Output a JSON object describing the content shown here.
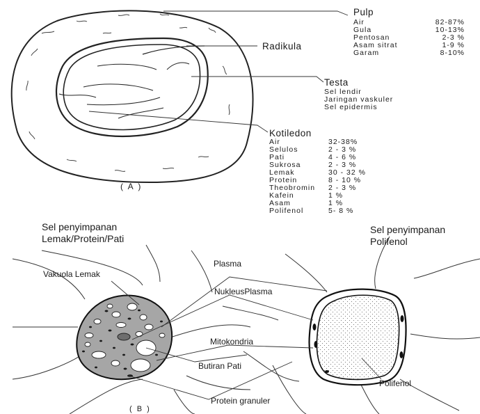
{
  "panel_a": {
    "caption": "( A )",
    "pulp": {
      "title": "Pulp",
      "rows": [
        {
          "name": "Air",
          "value": "82-87%"
        },
        {
          "name": "Gula",
          "value": "10-13%"
        },
        {
          "name": "Pentosan",
          "value": "2-3 %"
        },
        {
          "name": "Asam sitrat",
          "value": "1-9 %"
        },
        {
          "name": "Garam",
          "value": "8-10%"
        }
      ]
    },
    "radikula": "Radikula",
    "testa": {
      "title": "Testa",
      "items": [
        "Sel lendir",
        "Jaringan vaskuler",
        "Sel epidermis"
      ]
    },
    "kotiledon": {
      "title": "Kotiledon",
      "rows": [
        {
          "name": "Air",
          "value": "32-38%"
        },
        {
          "name": "Selulos",
          "value": "2 - 3 %"
        },
        {
          "name": "Pati",
          "value": "4 - 6 %"
        },
        {
          "name": "Sukrosa",
          "value": "2 - 3 %"
        },
        {
          "name": "Lemak",
          "value": "30 - 32 %"
        },
        {
          "name": "Protein",
          "value": "8 - 10 %"
        },
        {
          "name": "Theobromin",
          "value": "2 - 3 %"
        },
        {
          "name": "Kafein",
          "value": "1 %"
        },
        {
          "name": "Asam",
          "value": "1 %"
        },
        {
          "name": "Polifenol",
          "value": "5- 8 %"
        }
      ]
    }
  },
  "panel_b": {
    "caption": "( B )",
    "left_title": "Sel penyimpanan Lemak/Protein/Pati",
    "right_title": "Sel penyimpanan Polifenol",
    "labels": {
      "vakuola_lemak": "Vakuola Lemak",
      "plasma": "Plasma",
      "nukleus_plasma": "NukleusPlasma",
      "mitokondria": "Mitokondria",
      "butiran_pati": "Butiran Pati",
      "protein_granuler": "Protein granuler",
      "polifenol": "Polifenol"
    }
  }
}
